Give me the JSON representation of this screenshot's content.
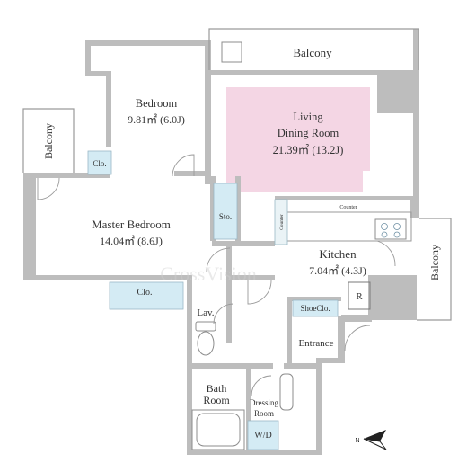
{
  "rooms": {
    "balcony_top": "Balcony",
    "bedroom": {
      "name": "Bedroom",
      "size": "9.81㎡ (6.0J)"
    },
    "living": {
      "name1": "Living",
      "name2": "Dining Room",
      "size": "21.39㎡ (13.2J)"
    },
    "balcony_left": "Balcony",
    "closet_small": "Clo.",
    "master": {
      "name": "Master Bedroom",
      "size": "14.04㎡ (8.6J)"
    },
    "storage": "Sto.",
    "counter_top": "Counter",
    "counter_side": "Counter",
    "kitchen": {
      "name": "Kitchen",
      "size": "7.04㎡ (4.3J)"
    },
    "balcony_right": "Balcony",
    "closet_master": "Clo.",
    "refrigerator": "R",
    "lavatory": "Lav.",
    "shoe_closet": "ShoeClo.",
    "entrance": "Entrance",
    "bath": {
      "name1": "Bath",
      "name2": "Room"
    },
    "dressing": {
      "name1": "Dressing",
      "name2": "Room"
    },
    "washer": "W/D"
  },
  "watermark": "CrossVision",
  "compass_label": "N",
  "colors": {
    "wall": "#bdbdbd",
    "living_highlight": "#f4d6e4",
    "storage_blue": "#d4ebf4",
    "text": "#333333"
  }
}
